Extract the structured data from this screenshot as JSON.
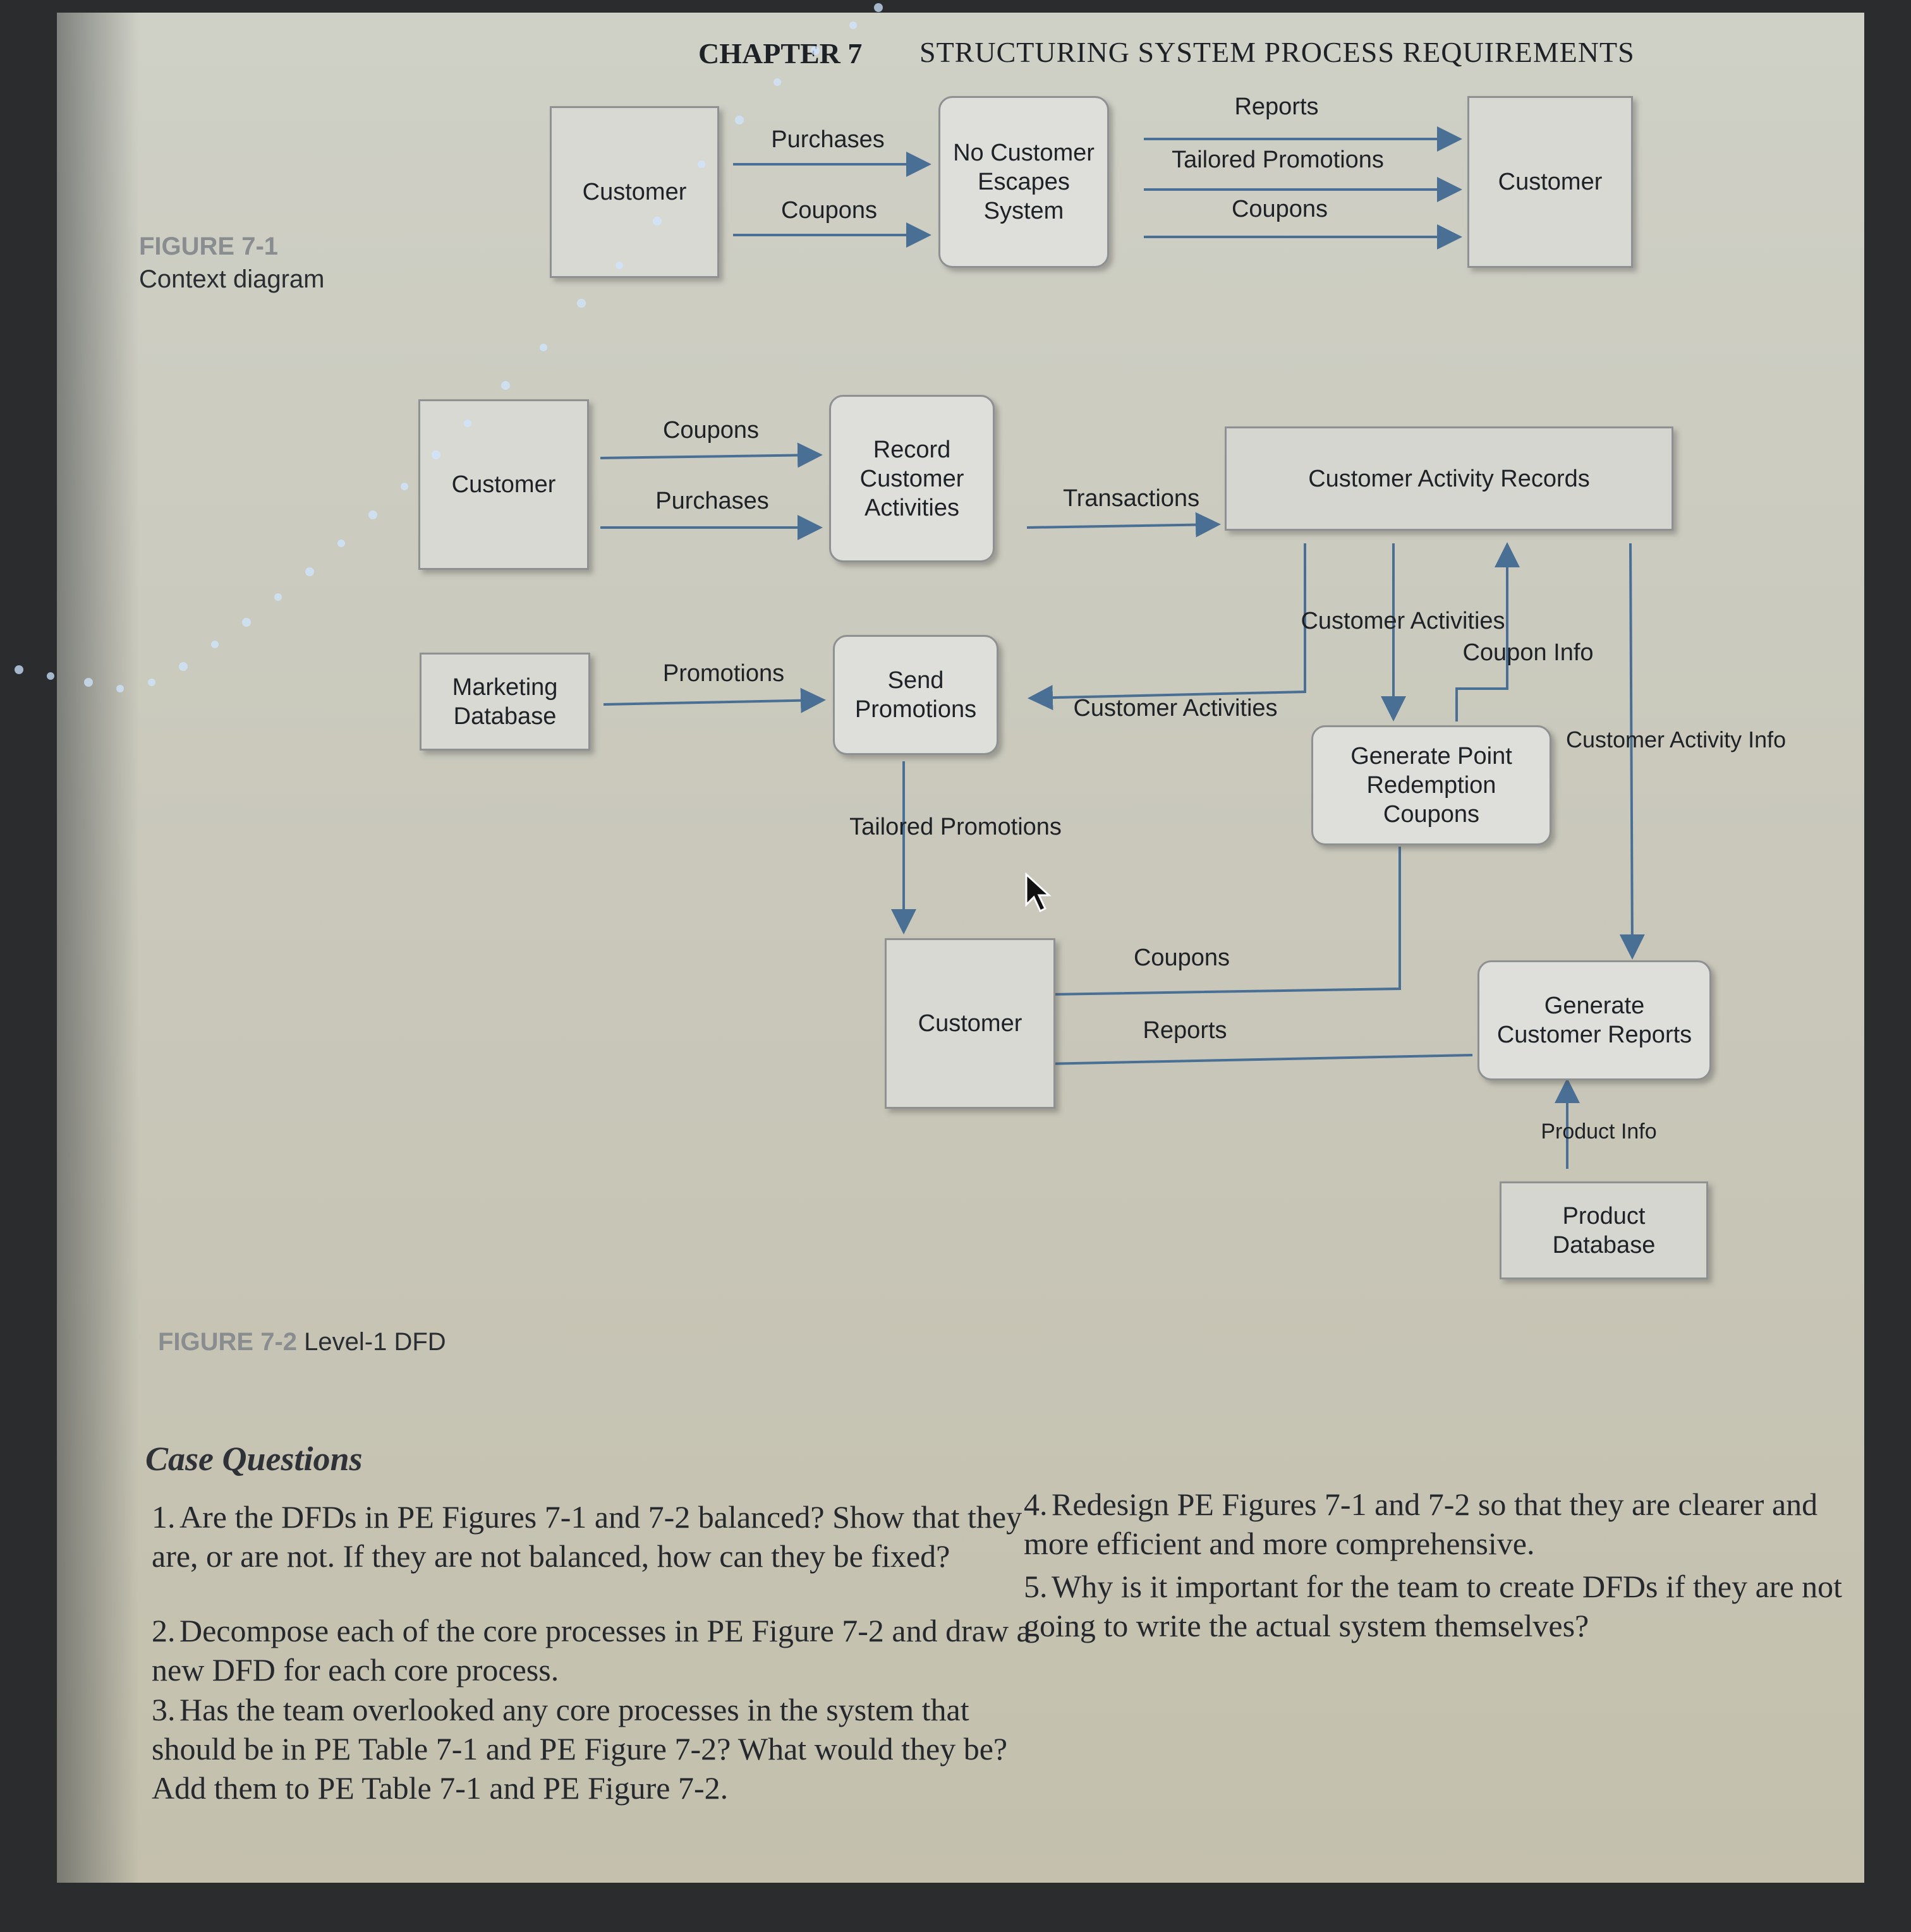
{
  "header": {
    "chapter": "CHAPTER 7",
    "title": "STRUCTURING SYSTEM PROCESS REQUIREMENTS"
  },
  "figure1": {
    "number": "FIGURE 7-1",
    "caption": "Context diagram",
    "entities": {
      "customer_left": "Customer",
      "process": "No Customer\nEscapes\nSystem",
      "customer_right": "Customer"
    },
    "flows": {
      "purchases": "Purchases",
      "coupons_in": "Coupons",
      "reports": "Reports",
      "tailored_promotions": "Tailored Promotions",
      "coupons_out": "Coupons"
    }
  },
  "figure2": {
    "number": "FIGURE 7-2",
    "caption": "Level-1 DFD",
    "nodes": {
      "customer_src": "Customer",
      "marketing_db": "Marketing\nDatabase",
      "record_activities": "Record\nCustomer\nActivities",
      "send_promotions": "Send\nPromotions",
      "activity_records": "Customer Activity Records",
      "generate_coupons": "Generate Point\nRedemption\nCoupons",
      "customer_dst": "Customer",
      "generate_reports": "Generate\nCustomer Reports",
      "product_db": "Product\nDatabase"
    },
    "flows": {
      "coupons_1": "Coupons",
      "purchases": "Purchases",
      "transactions": "Transactions",
      "promotions": "Promotions",
      "customer_activities_a": "Customer Activities",
      "customer_activities_b": "Customer Activities",
      "coupon_info": "Coupon Info",
      "customer_activity_info": "Customer Activity Info",
      "tailored_promotions": "Tailored Promotions",
      "coupons_2": "Coupons",
      "reports": "Reports",
      "product_info": "Product Info"
    }
  },
  "case": {
    "heading": "Case Questions",
    "questions": [
      {
        "num": "1.",
        "text": "Are the DFDs in PE Figures 7-1 and 7-2 balanced? Show that they are, or are not. If they are not balanced, how can they be fixed?"
      },
      {
        "num": "2.",
        "text": "Decompose each of the core processes in PE Figure 7-2 and draw a new DFD for each core process."
      },
      {
        "num": "3.",
        "text": "Has the team overlooked any core processes in the system that should be in PE Table 7-1 and PE Figure 7-2? What would they be? Add them to PE Table 7-1 and PE Figure 7-2."
      },
      {
        "num": "4.",
        "text": "Redesign PE Figures 7-1 and 7-2 so that they are clearer and more efficient and more comprehensive."
      },
      {
        "num": "5.",
        "text": "Why is it important for the team to create DFDs if they are not going to write the actual system themselves?"
      }
    ]
  },
  "colors": {
    "arrow": "#4a6f95",
    "text": "#1e2226",
    "box_border": "#8e9092"
  }
}
